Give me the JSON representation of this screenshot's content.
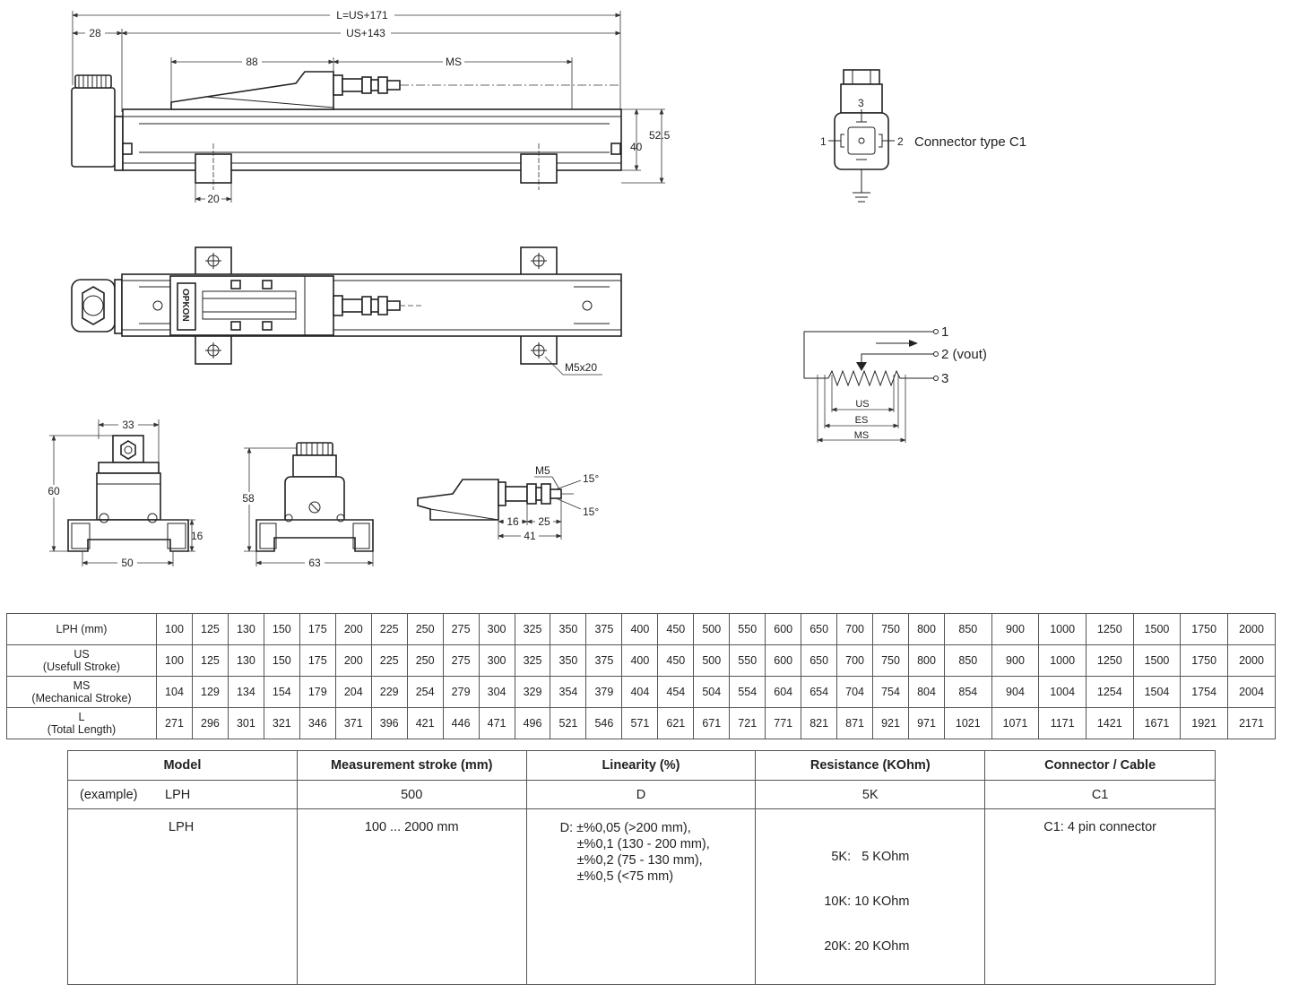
{
  "dims": {
    "total_length": "L=US+171",
    "useful_length": "US+143",
    "offset_28": "28",
    "slider_88": "88",
    "ms": "MS",
    "h40": "40",
    "h52_5": "52.5",
    "w20": "20",
    "thread": "M5x20",
    "brand": "OPKON",
    "e33": "33",
    "e60": "60",
    "e16": "16",
    "e50": "50",
    "f58": "58",
    "f63": "63",
    "rod_m5": "M5",
    "rod_angle1": "15°",
    "rod_angle2": "15°",
    "rod_16": "16",
    "rod_25": "25",
    "rod_41": "41"
  },
  "connector": {
    "title": "Connector type C1",
    "pin1": "1",
    "pin2": "2",
    "pin3": "3"
  },
  "schematic": {
    "pin1": "1",
    "pin2": "2 (vout)",
    "pin3": "3",
    "us": "US",
    "es": "ES",
    "ms": "MS"
  },
  "length_table": {
    "rows": [
      {
        "header": [
          "LPH (mm)"
        ],
        "values": [
          "100",
          "125",
          "130",
          "150",
          "175",
          "200",
          "225",
          "250",
          "275",
          "300",
          "325",
          "350",
          "375",
          "400",
          "450",
          "500",
          "550",
          "600",
          "650",
          "700",
          "750",
          "800",
          "850",
          "900",
          "1000",
          "1250",
          "1500",
          "1750",
          "2000"
        ]
      },
      {
        "header": [
          "US",
          "(Usefull Stroke)"
        ],
        "values": [
          "100",
          "125",
          "130",
          "150",
          "175",
          "200",
          "225",
          "250",
          "275",
          "300",
          "325",
          "350",
          "375",
          "400",
          "450",
          "500",
          "550",
          "600",
          "650",
          "700",
          "750",
          "800",
          "850",
          "900",
          "1000",
          "1250",
          "1500",
          "1750",
          "2000"
        ]
      },
      {
        "header": [
          "MS",
          "(Mechanical Stroke)"
        ],
        "values": [
          "104",
          "129",
          "134",
          "154",
          "179",
          "204",
          "229",
          "254",
          "279",
          "304",
          "329",
          "354",
          "379",
          "404",
          "454",
          "504",
          "554",
          "604",
          "654",
          "704",
          "754",
          "804",
          "854",
          "904",
          "1004",
          "1254",
          "1504",
          "1754",
          "2004"
        ]
      },
      {
        "header": [
          "L",
          "(Total Length)"
        ],
        "values": [
          "271",
          "296",
          "301",
          "321",
          "346",
          "371",
          "396",
          "421",
          "446",
          "471",
          "496",
          "521",
          "546",
          "571",
          "621",
          "671",
          "721",
          "771",
          "821",
          "871",
          "921",
          "971",
          "1021",
          "1071",
          "1171",
          "1421",
          "1671",
          "1921",
          "2171"
        ]
      }
    ]
  },
  "model_table": {
    "headers": {
      "model": "Model",
      "stroke": "Measurement stroke (mm)",
      "linearity": "Linearity (%)",
      "resistance": "Resistance (KOhm)",
      "connector": "Connector / Cable"
    },
    "example": {
      "label": "(example)",
      "model": "LPH",
      "stroke": "500",
      "linearity": "D",
      "resistance": "5K",
      "connector": "C1"
    },
    "details": {
      "model": "LPH",
      "stroke": "100 ... 2000 mm",
      "linearity": [
        "D: ±%0,05 (>200 mm),",
        "±%0,1 (130 - 200 mm),",
        "±%0,2 (75 - 130 mm),",
        "±%0,5 (<75 mm)"
      ],
      "resistance": [
        "5K:   5 KOhm",
        "10K: 10 KOhm",
        "20K: 20 KOhm"
      ],
      "connector": "C1: 4 pin connector"
    }
  }
}
